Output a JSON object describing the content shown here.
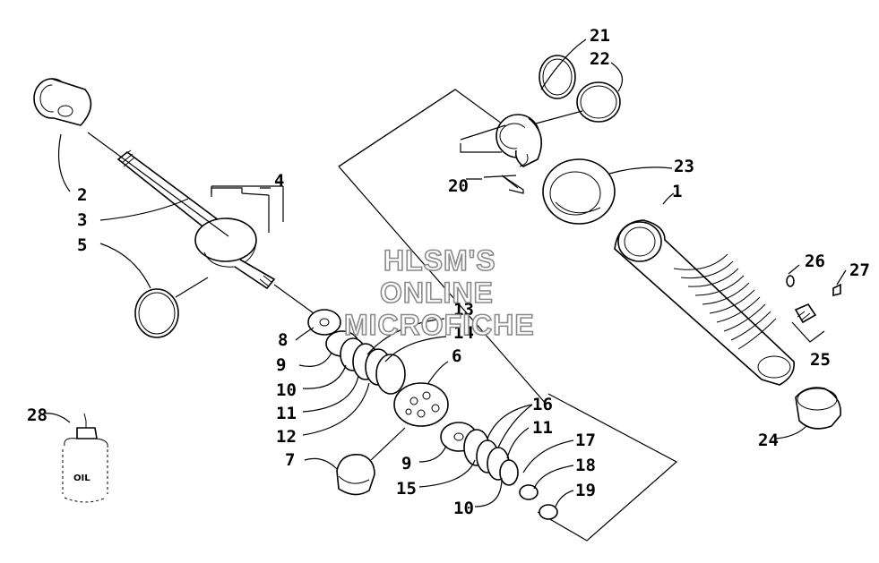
{
  "watermark": {
    "line1": "HLSM'S",
    "line2": "ONLINE",
    "line3": "MICROFICHE"
  },
  "oil_label": "OIL",
  "callouts": {
    "c1": "1",
    "c2": "2",
    "c3": "3",
    "c4": "4",
    "c5": "5",
    "c6": "6",
    "c7": "7",
    "c8": "8",
    "c9a": "9",
    "c9b": "9",
    "c10a": "10",
    "c10b": "10",
    "c11a": "11",
    "c11b": "11",
    "c12": "12",
    "c13": "13",
    "c14": "14",
    "c15": "15",
    "c16": "16",
    "c17": "17",
    "c18": "18",
    "c19": "19",
    "c20": "20",
    "c21": "21",
    "c22": "22",
    "c23": "23",
    "c24": "24",
    "c25": "25",
    "c26": "26",
    "c27": "27",
    "c28": "28"
  }
}
